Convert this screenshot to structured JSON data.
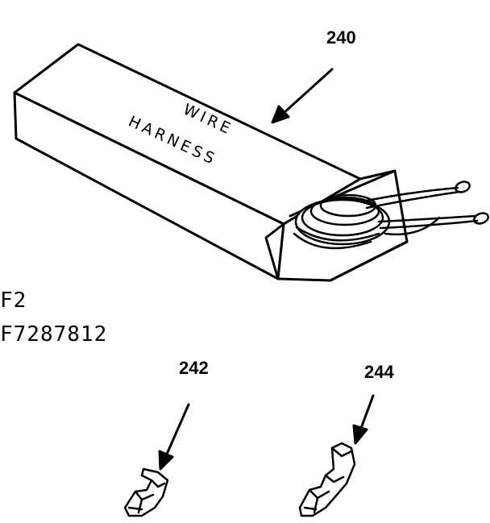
{
  "callouts": {
    "harness": "240",
    "terminal_left": "242",
    "terminal_right": "244"
  },
  "box_print": {
    "line1": "WIRE",
    "line2": "HARNESS"
  },
  "figure_codes": {
    "line1": "F2",
    "line2": "F7287812"
  }
}
